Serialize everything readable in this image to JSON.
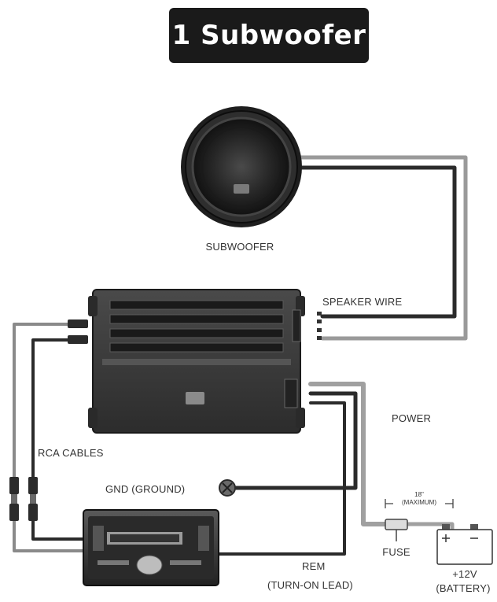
{
  "title": "1 Subwoofer",
  "labels": {
    "subwoofer": "SUBWOOFER",
    "speaker_wire": "SPEAKER WIRE",
    "power": "POWER",
    "rca_cables": "RCA CABLES",
    "gnd": "GND (GROUND)",
    "fuse": "FUSE",
    "battery_voltage": "+12V",
    "battery": "(BATTERY)",
    "rem": "REM",
    "turn_on_lead": "(TURN-ON LEAD)",
    "fuse_distance": "18\"",
    "fuse_distance_note": "(MAXIMUM)"
  },
  "colors": {
    "wire_dark": "#2b2b2b",
    "wire_light": "#9a9a9a",
    "title_background": "#1a1a1a",
    "amplifier_body": "#3a3a3a"
  }
}
